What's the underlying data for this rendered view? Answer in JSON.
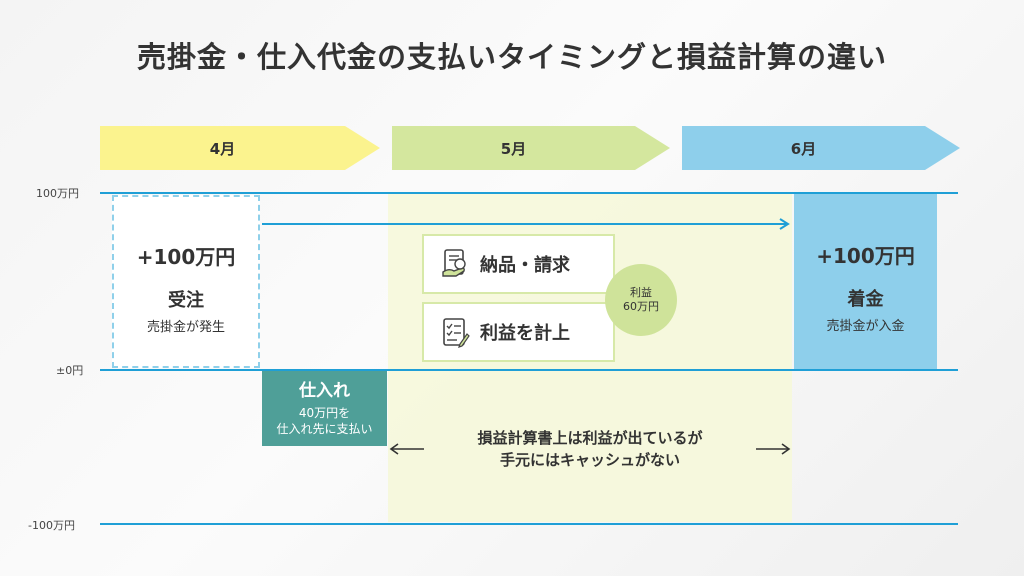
{
  "title": "売掛金・仕入代金の支払いタイミングと損益計算の違い",
  "months": [
    {
      "label": "4月",
      "color": "#fbf38e"
    },
    {
      "label": "5月",
      "color": "#d4e79e"
    },
    {
      "label": "6月",
      "color": "#8ecfeb"
    }
  ],
  "axis": {
    "top": "100万円",
    "zero": "±0円",
    "bottom": "-100万円"
  },
  "order": {
    "amount": "+100万円",
    "title": "受注",
    "sub": "売掛金が発生"
  },
  "purchase": {
    "title": "仕入れ",
    "sub_line1": "40万円を",
    "sub_line2": "仕入れ先に支払い"
  },
  "cards": [
    {
      "label": "納品・請求",
      "icon": "invoice-icon"
    },
    {
      "label": "利益を計上",
      "icon": "checklist-icon"
    }
  ],
  "profit_bubble": {
    "line1": "利益",
    "line2": "60万円"
  },
  "payment": {
    "amount": "+100万円",
    "title": "着金",
    "sub": "売掛金が入金"
  },
  "note": {
    "line1": "損益計算書上は利益が出ているが",
    "line2": "手元にはキャッシュがない"
  },
  "colors": {
    "line": "#1f9fd6",
    "teal": "#4f9f98",
    "period": "#f6f8d8"
  }
}
